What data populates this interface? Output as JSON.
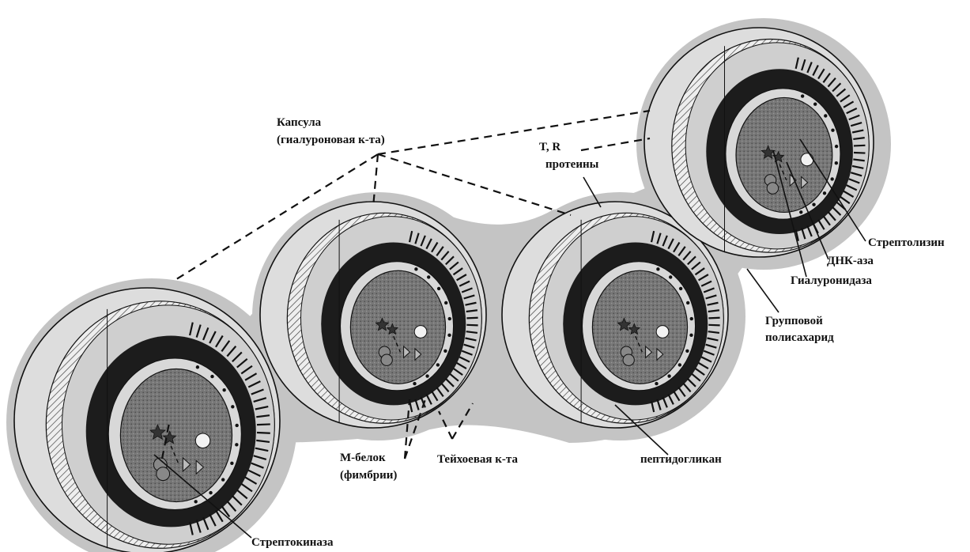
{
  "labels": {
    "capsule_line1": "Капсула",
    "capsule_line2": "(гиалуроновая к-та)",
    "tr_proteins_line1": "T, R",
    "tr_proteins_line2": "протеины",
    "streptolysin": "Стрептолизин",
    "dnase": "ДНК-аза",
    "hyaluronidase": "Гиалуронидаза",
    "group_polysaccharide_line1": "Групповой",
    "group_polysaccharide_line2": "полисахарид",
    "peptidoglycan": "пептидогликан",
    "teichoic_acid": "Тейхоевая к-та",
    "m_protein_line1": "М-белок",
    "m_protein_line2": "(фимбрии)",
    "streptokinase": "Стрептокиназа"
  },
  "colors": {
    "capsule_fill": "#c4c4c4",
    "sphere_fill": "#dddddd",
    "wall_fill": "#1c1c1c",
    "cytoplasm_fill": "#6e6e6e",
    "membrane_fill": "#d8d8d8",
    "outline": "#111111"
  }
}
